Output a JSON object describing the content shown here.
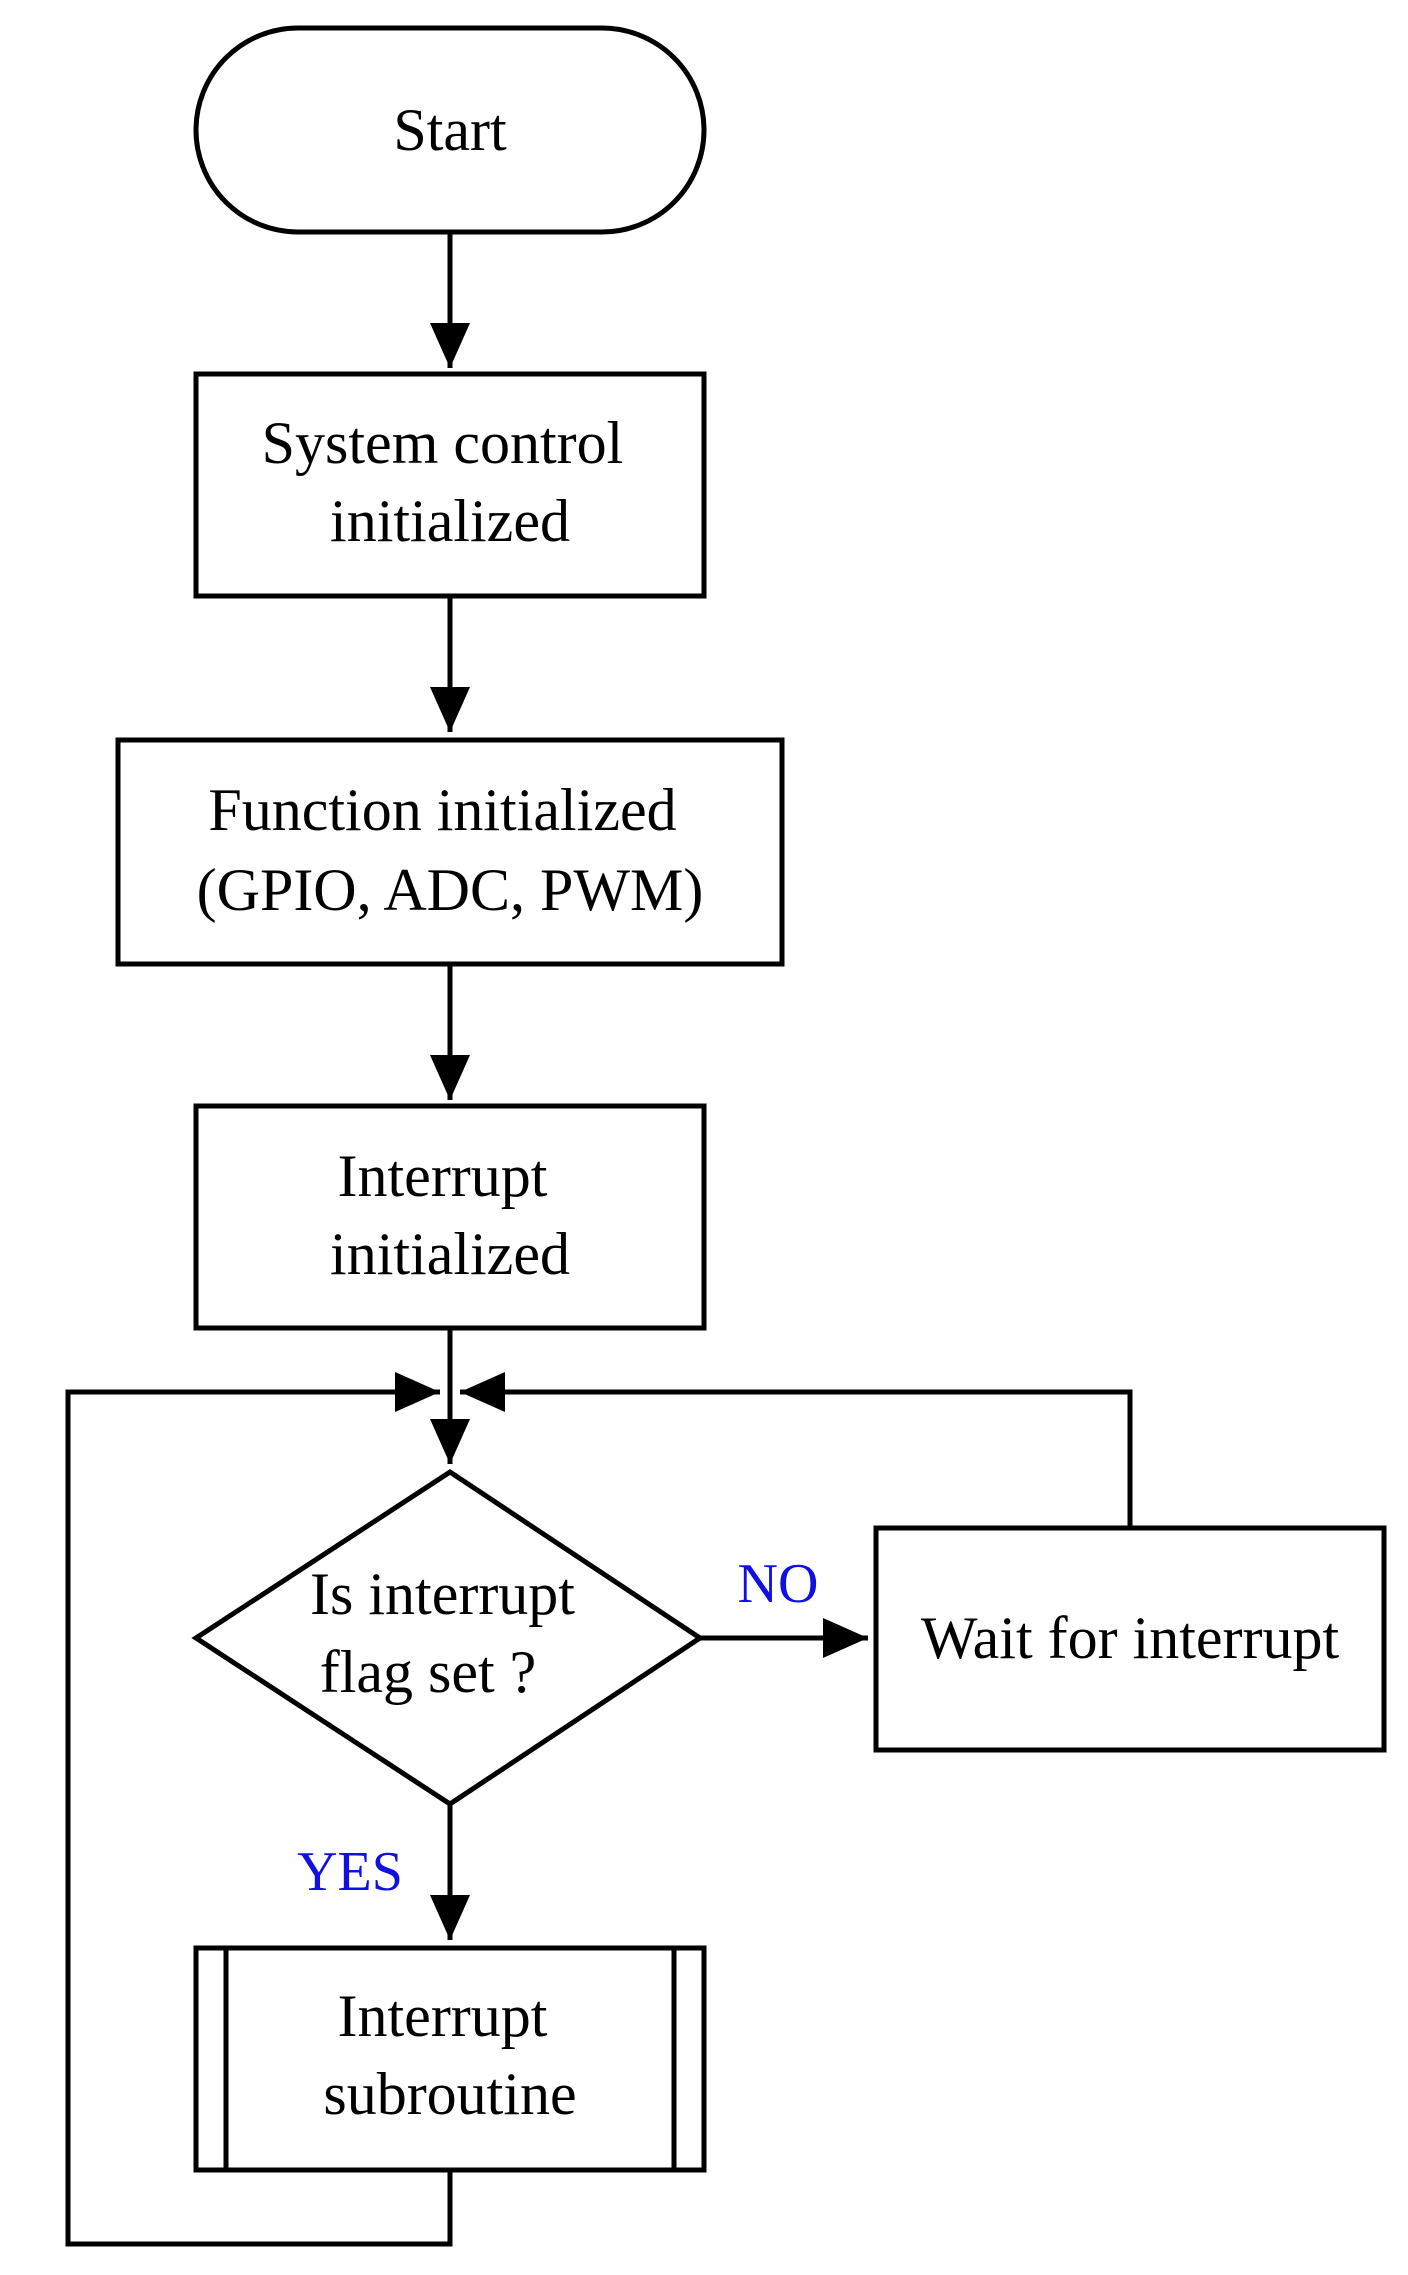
{
  "nodes": {
    "start": "Start",
    "system_control": [
      "System control",
      "initialized"
    ],
    "function_init": [
      "Function initialized",
      "(GPIO, ADC, PWM)"
    ],
    "interrupt_init": [
      "Interrupt",
      "initialized"
    ],
    "decision": [
      "Is interrupt",
      "flag set ?"
    ],
    "wait": "Wait for interrupt",
    "subroutine": [
      "Interrupt",
      "subroutine"
    ]
  },
  "branch_labels": {
    "no": "NO",
    "yes": "YES"
  },
  "colors": {
    "line": "#000000",
    "branch_label": "#1010e0"
  }
}
